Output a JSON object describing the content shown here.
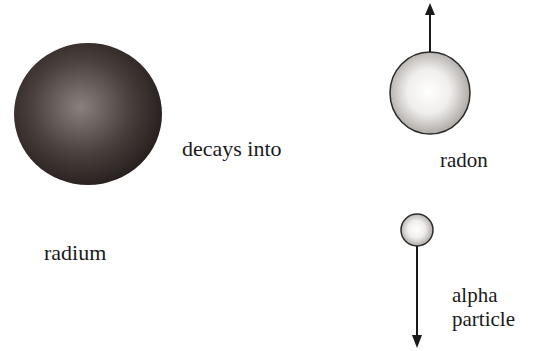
{
  "diagram": {
    "labels": [
      "radium",
      "decays into",
      "radon",
      "alpha particle"
    ]
  }
}
